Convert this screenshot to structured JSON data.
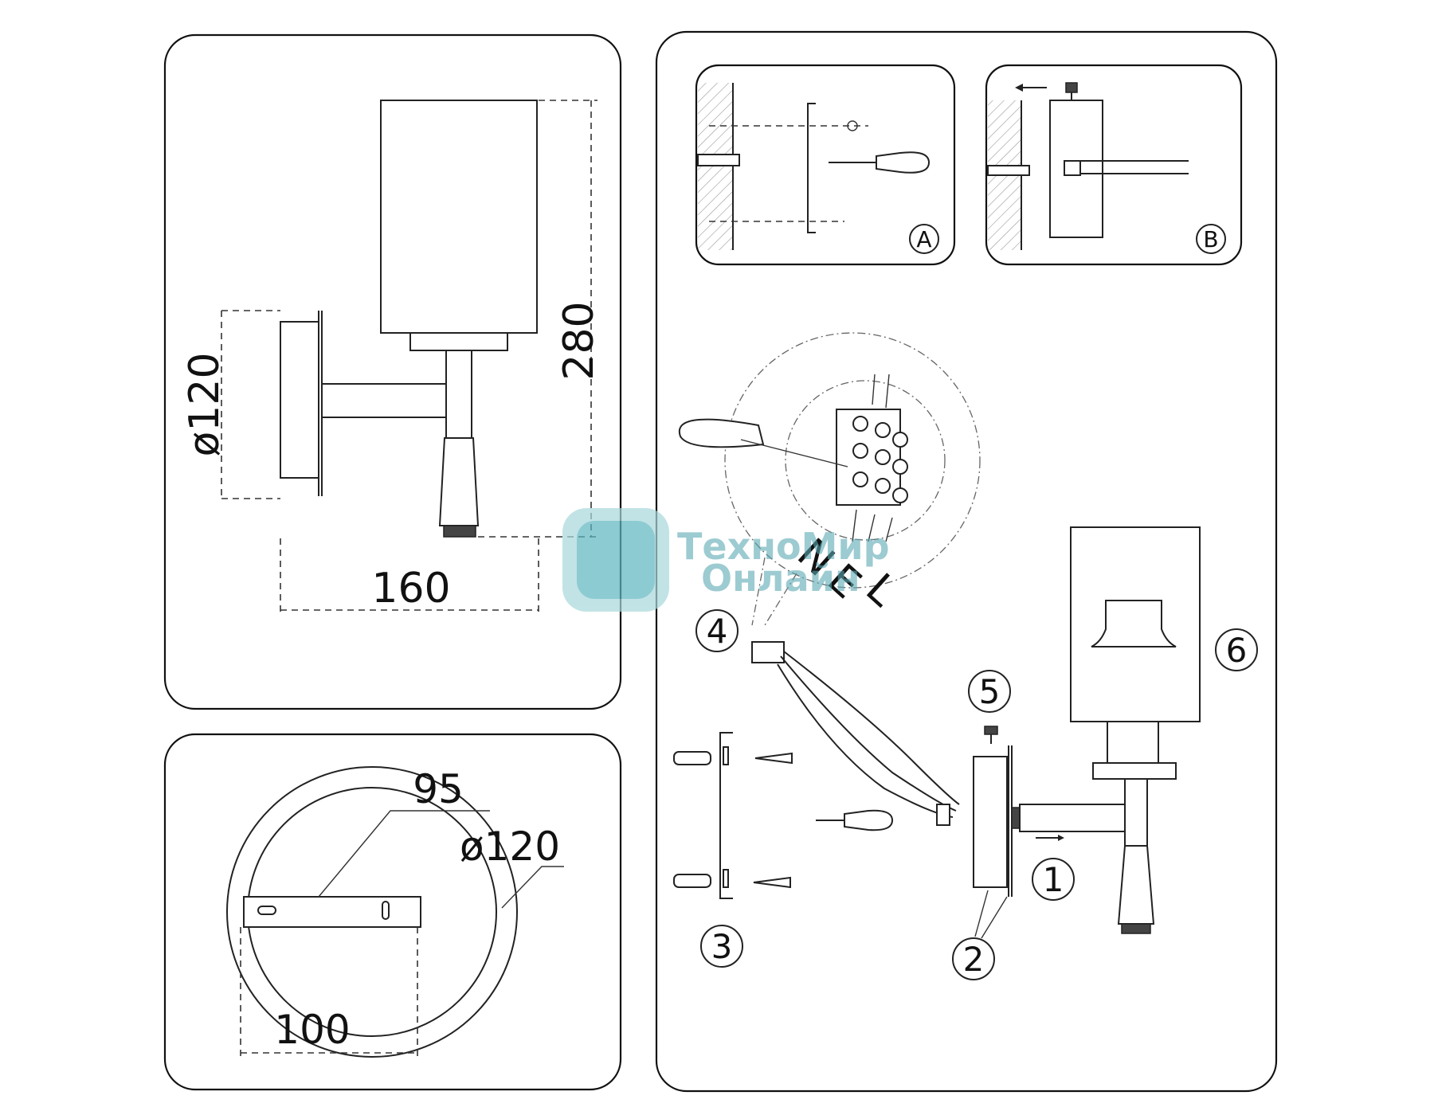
{
  "dimensions": {
    "width": "160",
    "height": "280",
    "canopy_diameter": "ø120",
    "mount_spacing": "95",
    "base_diameter": "ø120",
    "bracket_length": "100"
  },
  "wiring": {
    "neutral": "N",
    "earth": "E",
    "live": "L"
  },
  "steps": [
    "1",
    "2",
    "3",
    "4",
    "5",
    "6"
  ],
  "detail_labels": [
    "A",
    "B"
  ],
  "watermark": {
    "line1": "ТехноМир",
    "line2": "Онлайн"
  }
}
